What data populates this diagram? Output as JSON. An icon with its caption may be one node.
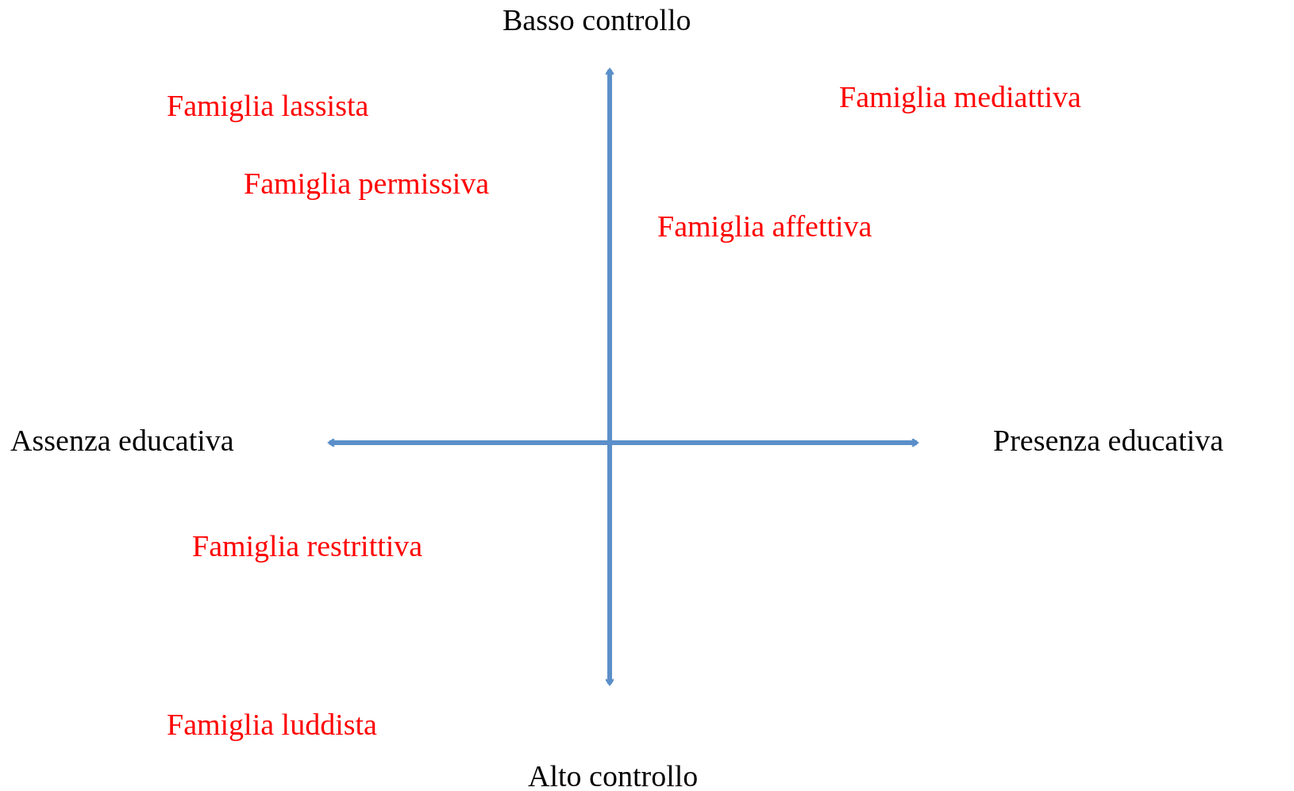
{
  "diagram": {
    "labels": [
      "Basso controllo",
      "Famiglia lassista",
      "Famiglia mediattiva",
      "Famiglia permissiva",
      "Famiglia affettiva",
      "Assenza educativa",
      "Presenza educativa",
      "Famiglia restrittiva",
      "Famiglia luddista",
      "Alto controllo"
    ]
  }
}
